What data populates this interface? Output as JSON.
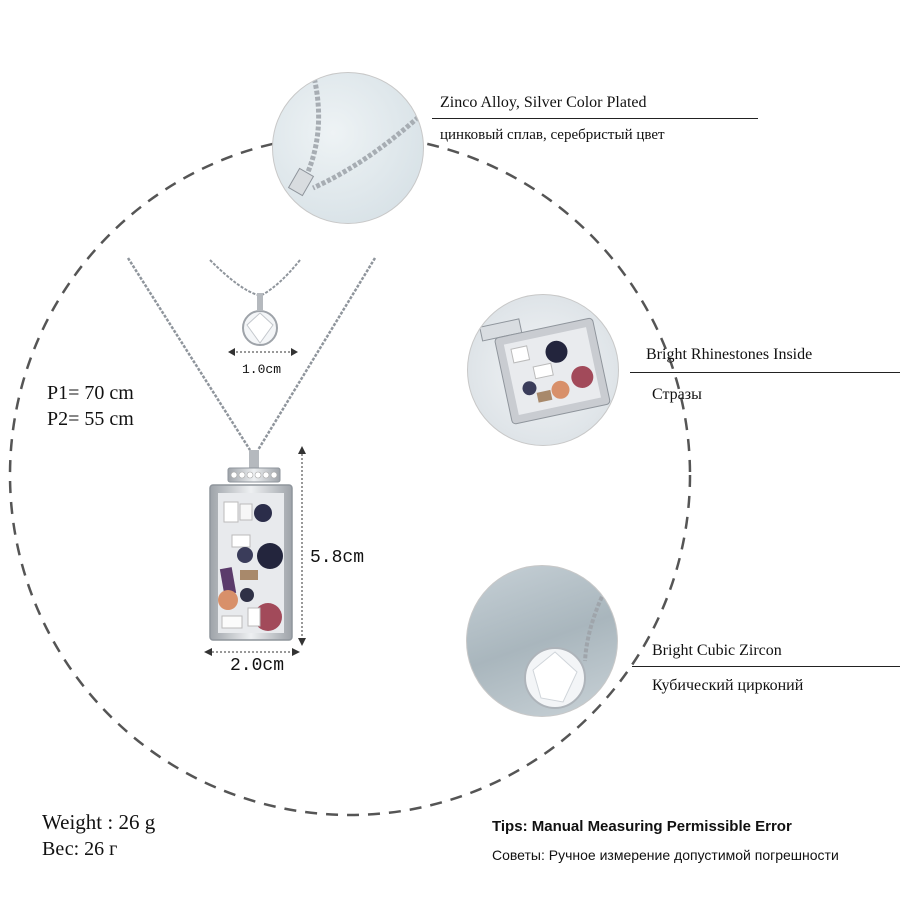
{
  "dimensions": {
    "pendant_width": "1.0cm",
    "body_height": "5.8cm",
    "body_width": "2.0cm"
  },
  "chain_lengths": {
    "p1": "P1= 70 cm",
    "p2": "P2= 55 cm"
  },
  "features": [
    {
      "en": "Zinco Alloy, Silver Color Plated",
      "ru": "цинковый сплав, серебристый цвет",
      "icon": "chain-closeup-icon"
    },
    {
      "en": "Bright Rhinestones Inside",
      "ru": "Стразы",
      "icon": "rhinestone-pendant-closeup-icon"
    },
    {
      "en": "Bright Cubic Zircon",
      "ru": "Кубический цирконий",
      "icon": "zircon-closeup-icon"
    }
  ],
  "weight": {
    "en": "Weight : 26 g",
    "ru": "Вес: 26 г"
  },
  "tips": {
    "en": "Tips: Manual Measuring Permissible Error",
    "ru": "Советы: Ручное измерение допустимой погрешности"
  },
  "colors": {
    "dashed_circle": "#555555",
    "rule": "#222222",
    "silver": "#c9ccd1",
    "zoom_bg": "#dfe6ea"
  }
}
